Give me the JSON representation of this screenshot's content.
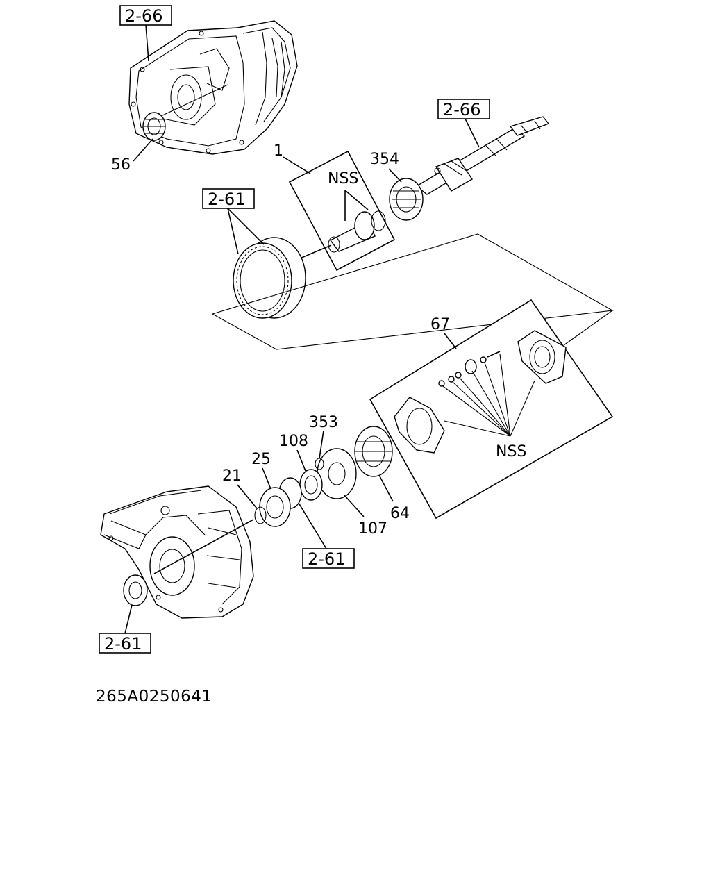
{
  "callouts": {
    "p1": "1",
    "p21": "21",
    "p25": "25",
    "p56": "56",
    "p64": "64",
    "p67": "67",
    "p107": "107",
    "p108": "108",
    "p353": "353",
    "p354": "354",
    "nss_upper": "NSS",
    "nss_lower": "NSS"
  },
  "references": {
    "ref_top_left": "2-66",
    "ref_shaft": "2-66",
    "ref_ring_gear": "2-61",
    "ref_bearing": "2-61",
    "ref_seal": "2-61"
  },
  "figure_code": "265A0250641"
}
